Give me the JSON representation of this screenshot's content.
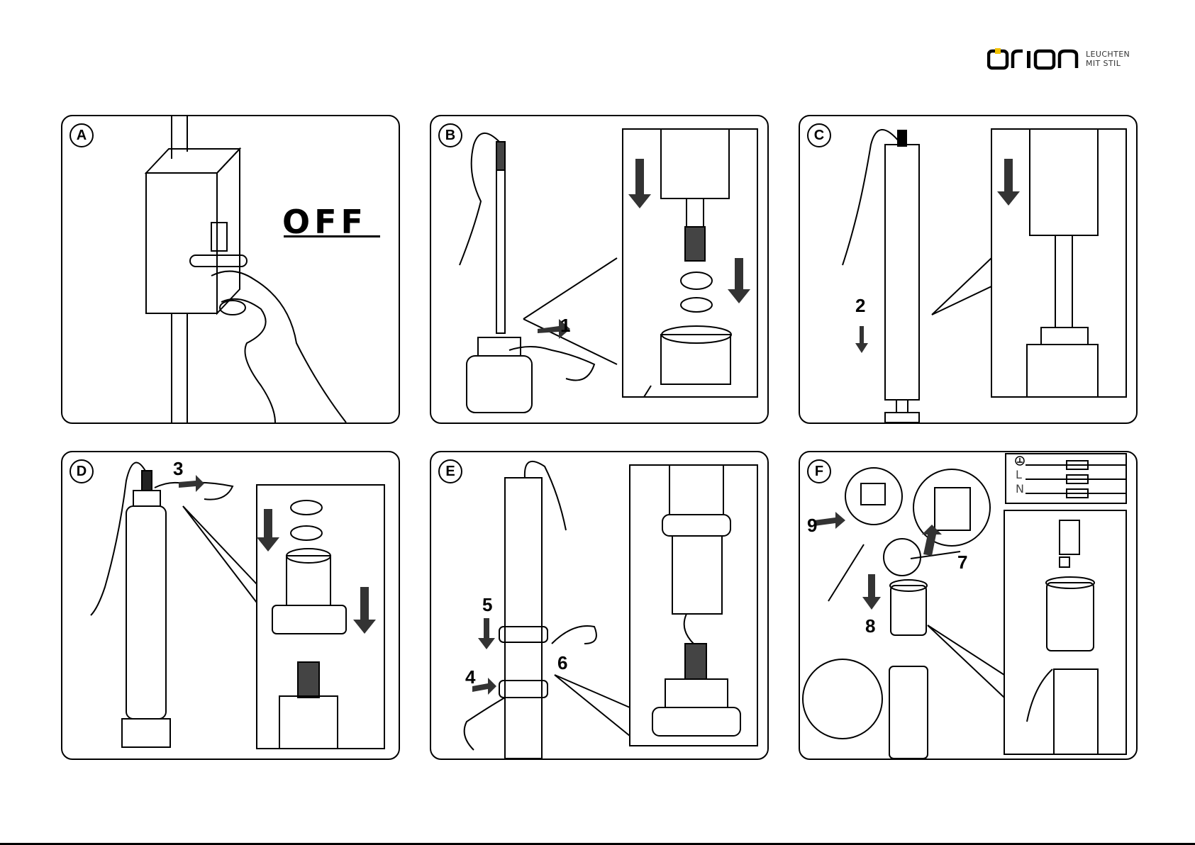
{
  "header": {
    "brand": "orion",
    "tagline_1": "LEUCHTEN",
    "tagline_2": "MIT STIL",
    "accent_color": "#f2c200"
  },
  "panels": {
    "a": {
      "label": "A",
      "switch_text": "OFF"
    },
    "b": {
      "label": "B",
      "steps": [
        "1"
      ]
    },
    "c": {
      "label": "C",
      "steps": [
        "2"
      ]
    },
    "d": {
      "label": "D",
      "steps": [
        "3"
      ]
    },
    "e": {
      "label": "E",
      "steps": [
        "5",
        "4",
        "6"
      ]
    },
    "f": {
      "label": "F",
      "steps": [
        "9",
        "7",
        "8"
      ],
      "wiring_labels": [
        "L",
        "N"
      ],
      "earth_icon": "ground-icon"
    }
  },
  "icons": [
    "arrow-down-icon",
    "rotate-arrow-icon",
    "hand-icon",
    "wrench-icon",
    "screwdriver-icon",
    "ground-icon"
  ]
}
